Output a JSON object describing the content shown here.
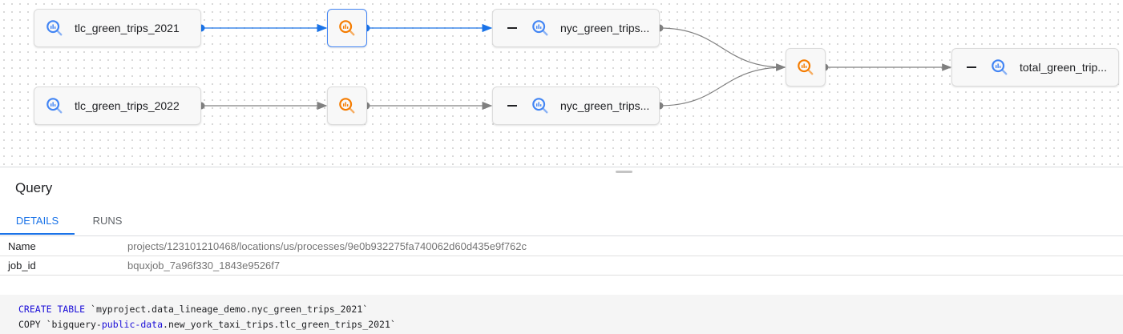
{
  "graph": {
    "nodes": {
      "tlc_2021": "tlc_green_trips_2021",
      "tlc_2022": "tlc_green_trips_2022",
      "nyc_2021": "nyc_green_trips...",
      "nyc_2022": "nyc_green_trips...",
      "total": "total_green_trip..."
    },
    "colors": {
      "selected_edge": "#1a73e8",
      "edge": "#808080",
      "table_icon": "#4285f4",
      "process_icon": "#f57c00"
    }
  },
  "panel": {
    "title": "Query",
    "tabs": [
      {
        "label": "DETAILS",
        "active": true
      },
      {
        "label": "RUNS",
        "active": false
      }
    ],
    "details": [
      {
        "key": "Name",
        "value": "projects/123101210468/locations/us/processes/9e0b932275fa740062d60d435e9f762c"
      },
      {
        "key": "job_id",
        "value": "bquxjob_7a96f330_1843e9526f7"
      }
    ],
    "code": {
      "line1_kw": "CREATE TABLE",
      "line1_rest": " `myproject.data_lineage_demo.nyc_green_trips_2021`",
      "line2_a": "COPY `bigquery-",
      "line2_kw": "public-data",
      "line2_b": ".new_york_taxi_trips.tlc_green_trips_2021`"
    }
  }
}
